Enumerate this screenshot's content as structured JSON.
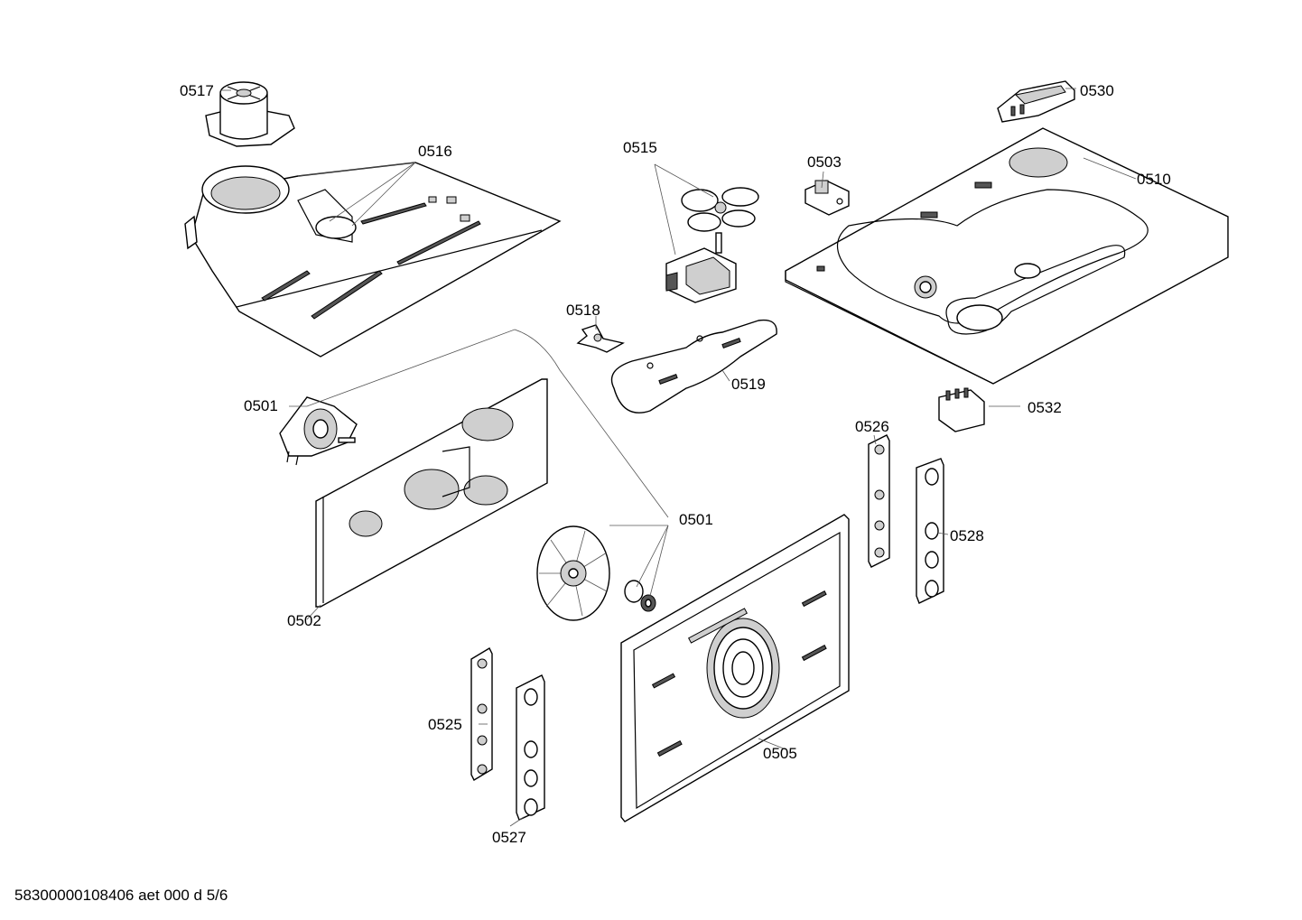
{
  "parts": {
    "p0517": "0517",
    "p0516": "0516",
    "p0515": "0515",
    "p0503": "0503",
    "p0530": "0530",
    "p0510": "0510",
    "p0518": "0518",
    "p0519": "0519",
    "p0501a": "0501",
    "p0532": "0532",
    "p0526": "0526",
    "p0501b": "0501",
    "p0528": "0528",
    "p0502": "0502",
    "p0525": "0525",
    "p0505": "0505",
    "p0527": "0527"
  },
  "footer": "58300000108406 aet 000 d 5/6"
}
